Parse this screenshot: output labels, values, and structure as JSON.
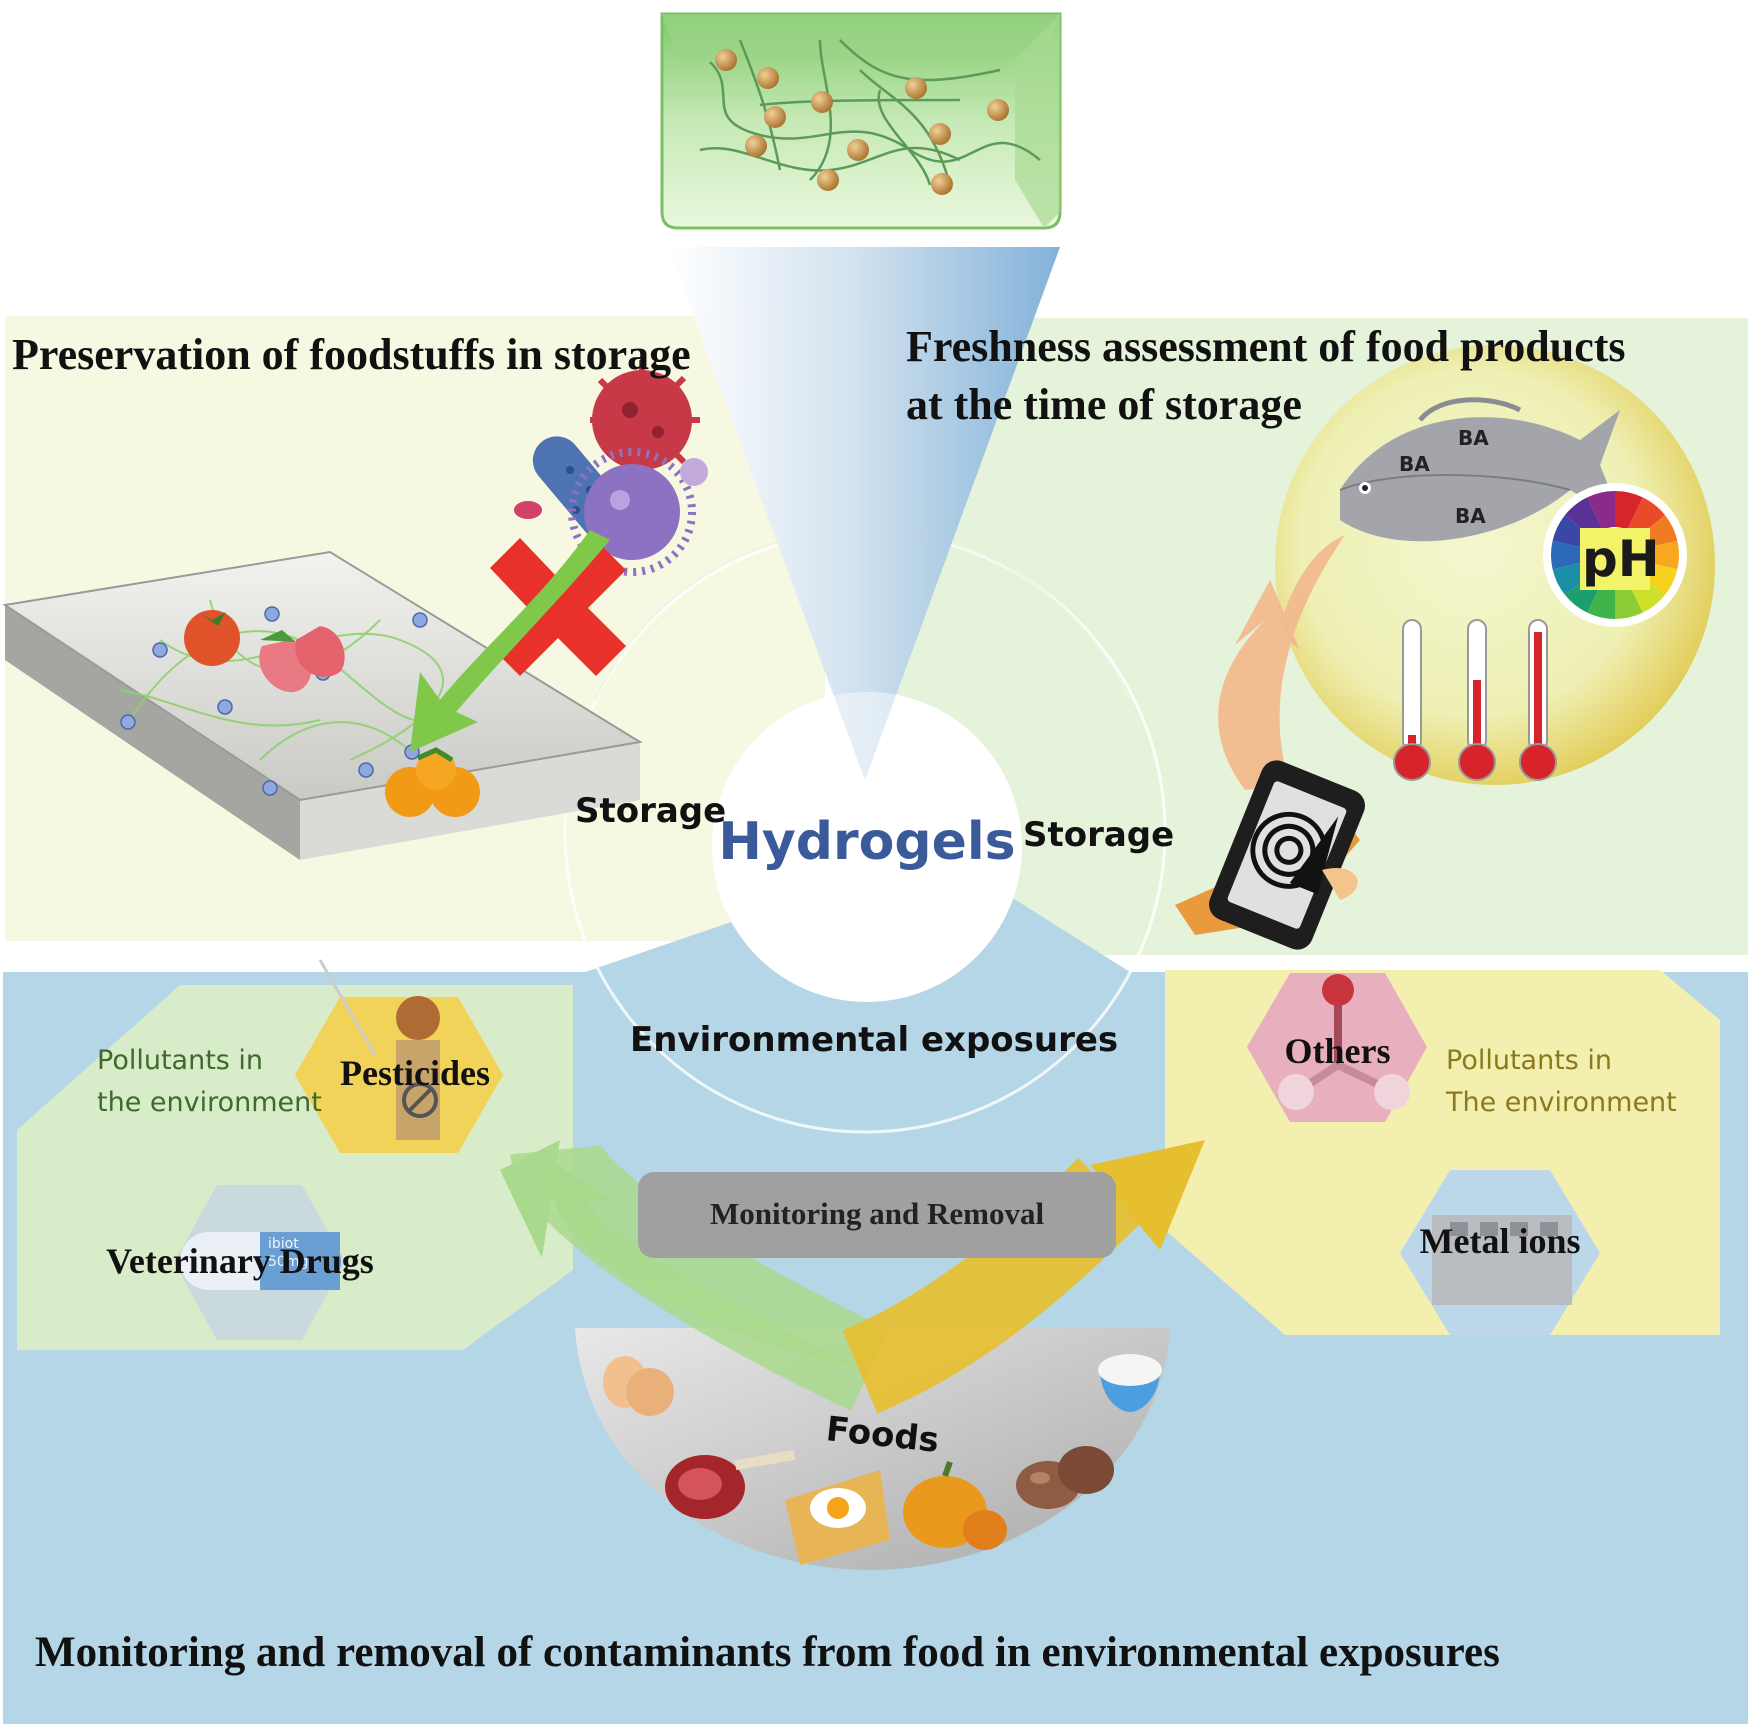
{
  "center": {
    "label": "Hydrogels",
    "color": "#3b5a9a"
  },
  "ring": {
    "left_label": "Storage",
    "right_label": "Storage",
    "bottom_label": "Environmental exposures"
  },
  "preservation": {
    "title": "Preservation of foodstuffs in storage",
    "bg": "#f6f8e2"
  },
  "freshness": {
    "title_line1": "Freshness assessment of food products",
    "title_line2": "at the time of storage",
    "bg": "#e4f3da",
    "ba_labels": [
      "BA",
      "BA",
      "BA"
    ],
    "ph_label": "pH"
  },
  "monitoring": {
    "bg": "#b5d6e6",
    "bottom_title": "Monitoring and removal of contaminants from food in environmental exposures",
    "bar_label": "Monitoring and Removal",
    "foods_label": "Foods",
    "left_box": {
      "pollutants_line1": "Pollutants in",
      "pollutants_line2": "the environment",
      "pesticides": "Pesticides",
      "drugs": "Veterinary Drugs",
      "pill_text_1": "ibiot",
      "pill_text_2": "50mg"
    },
    "right_box": {
      "pollutants_line1": "Pollutants in",
      "pollutants_line2": "The environment",
      "others": "Others",
      "metal": "Metal ions"
    }
  }
}
